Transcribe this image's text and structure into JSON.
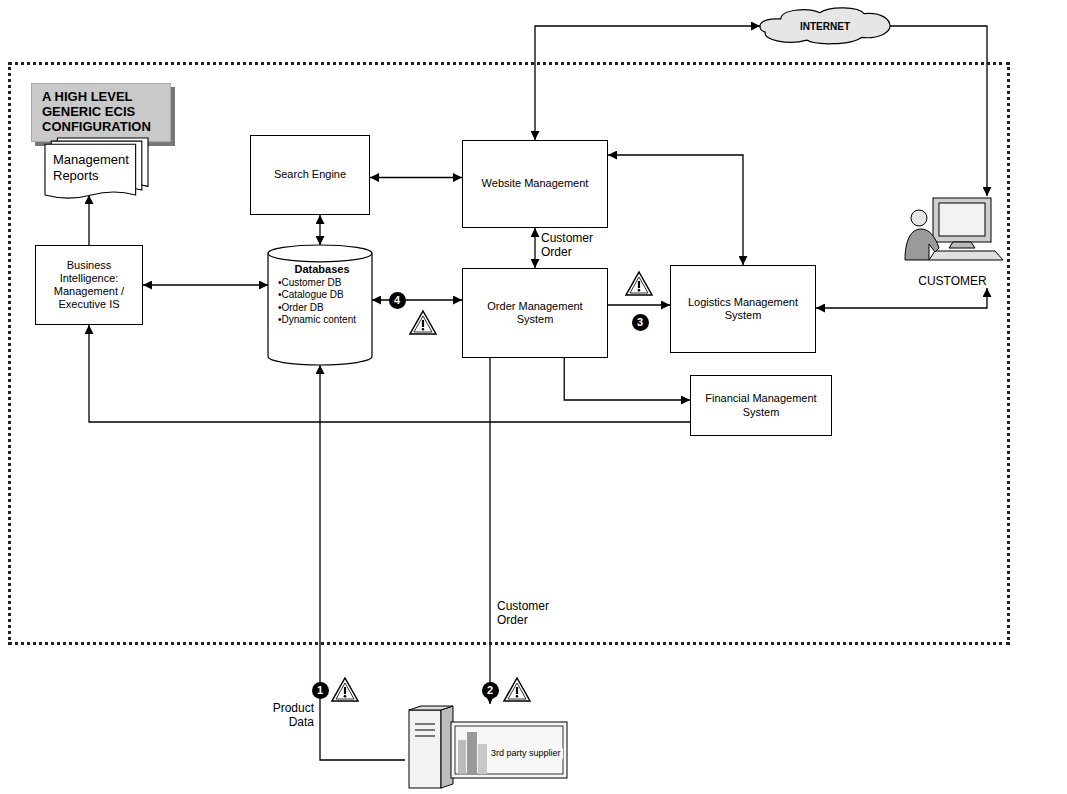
{
  "diagram": {
    "nodes": [
      {
        "text": [
          "INTERNET"
        ]
      },
      {
        "text": [
          "A HIGH LEVEL GENERIC ECIS CONFIGURATION"
        ]
      },
      {
        "text": [
          "Search Engine"
        ],
        "in": 1
      },
      {
        "text": [
          "Website Management"
        ],
        "in": 1
      },
      {
        "text": [
          "Management Reports"
        ],
        "in": 1
      },
      {
        "text": [
          "Databases",
          "•Customer DB",
          "•Catalogue DB",
          "•Order DB",
          "•Dynamic content"
        ],
        "in": 1
      },
      {
        "text": [
          "Business Intelligence: Management / Executive IS"
        ],
        "in": 1
      },
      {
        "text": [
          "Order Management System"
        ],
        "in": 1
      },
      {
        "text": [
          "Logistics Management System"
        ],
        "in": 1
      },
      {
        "text": [
          "Financial Management System"
        ],
        "in": 1
      },
      {
        "text": [
          "CUSTOMER"
        ]
      },
      {
        "text": [
          "3rd party supplier"
        ]
      }
    ],
    "edges": [
      {
        "from": 0,
        "to": 3,
        "arrow": "both"
      },
      {
        "from": 0,
        "to": 10,
        "arrow": "to"
      },
      {
        "from": 2,
        "to": 3,
        "arrow": "both"
      },
      {
        "from": 2,
        "to": 5,
        "arrow": "both"
      },
      {
        "from": 3,
        "to": 7,
        "label": "Customer Order",
        "arrow": "both"
      },
      {
        "from": 3,
        "to": 8,
        "arrow": "both"
      },
      {
        "from": 6,
        "to": 4,
        "arrow": "to"
      },
      {
        "from": 6,
        "to": 5,
        "arrow": "both"
      },
      {
        "from": 5,
        "to": 7,
        "arrow": "both"
      },
      {
        "from": 7,
        "to": 8,
        "arrow": "to"
      },
      {
        "from": 7,
        "to": 9,
        "arrow": "to"
      },
      {
        "from": 9,
        "to": 6,
        "arrow": "to"
      },
      {
        "from": 8,
        "to": 10,
        "arrow": "both"
      },
      {
        "from": 11,
        "to": 5,
        "label": "Product Data",
        "arrow": "to"
      },
      {
        "from": 7,
        "to": 11,
        "label": "Customer Order",
        "arrow": "to"
      }
    ],
    "labels": [
      "1",
      "2",
      "3",
      "4"
    ]
  }
}
